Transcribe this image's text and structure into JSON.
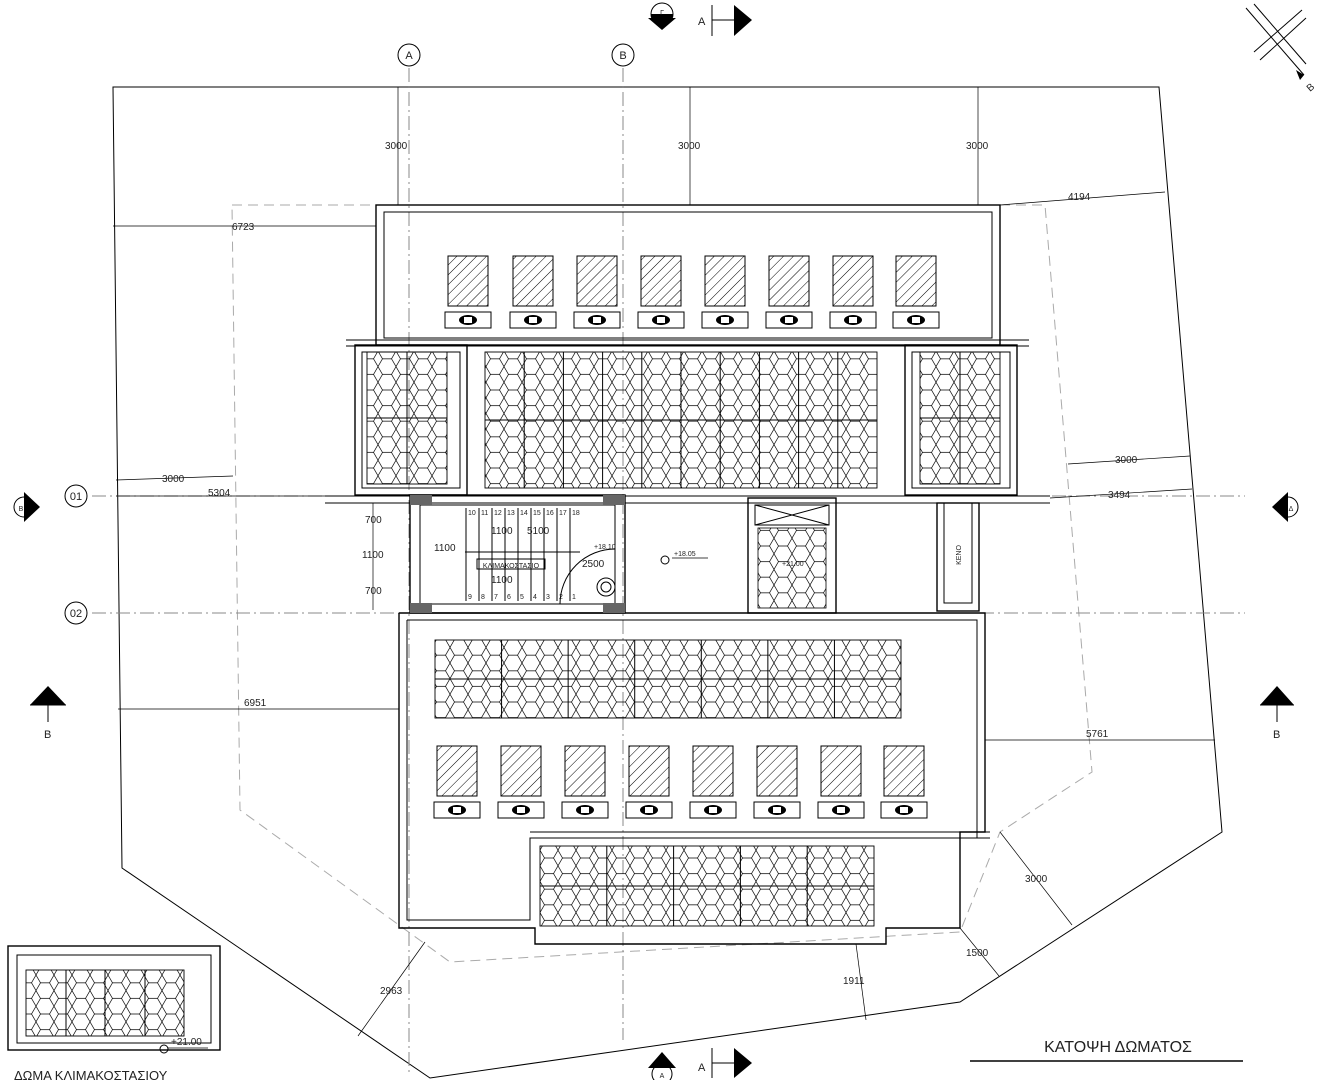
{
  "title": "ΚΑΤΟΨΗ ΔΩΜΑΤΟΣ",
  "stair_roof_title": "ΔΩΜΑ ΚΛΙΜΑΚΟΣΤΑΣΙΟΥ",
  "stair_roof_level": "+21.00",
  "grid_labels": {
    "A": "A",
    "B": "B",
    "r01": "01",
    "r02": "02"
  },
  "section_marks": {
    "top_gamma": "Γ",
    "top_A": "A",
    "bottom_A": "A",
    "bottom_gamma": "A",
    "left_B": "B",
    "right_B": "B",
    "left_beta": "B",
    "right_delta": "Δ"
  },
  "north_label": "B",
  "stair_label": "ΚΛΙΜΑΚΟΣΤΑΣΙΟ",
  "void_label": "ΚΕΝΟ",
  "levels": {
    "roof": "+18.05",
    "stair_land": "+18.10",
    "hatch_roof": "+21.00"
  },
  "stair_steps_top": [
    "10",
    "11",
    "12",
    "13",
    "14",
    "15",
    "16",
    "17",
    "18"
  ],
  "stair_steps_bottom": [
    "9",
    "8",
    "7",
    "6",
    "5",
    "4",
    "3",
    "2",
    "1"
  ],
  "stair_dims": {
    "d1100a": "1100",
    "d5100": "5100",
    "d1100b": "1100",
    "d1100c": "1100",
    "d2500": "2500"
  },
  "dims": {
    "d3000_a": "3000",
    "d3000_b": "3000",
    "d3000_c": "3000",
    "d4194": "4194",
    "d6723": "6723",
    "d3000_left": "3000",
    "d5304": "5304",
    "d3000_right": "3000",
    "d3494": "3494",
    "d700_top": "700",
    "d1100_left": "1100",
    "d700_bot": "700",
    "d6951": "6951",
    "d5761": "5761",
    "d3000_se": "3000",
    "d1500": "1500",
    "d1911": "1911",
    "d2963": "2963"
  },
  "level_mark": "0"
}
